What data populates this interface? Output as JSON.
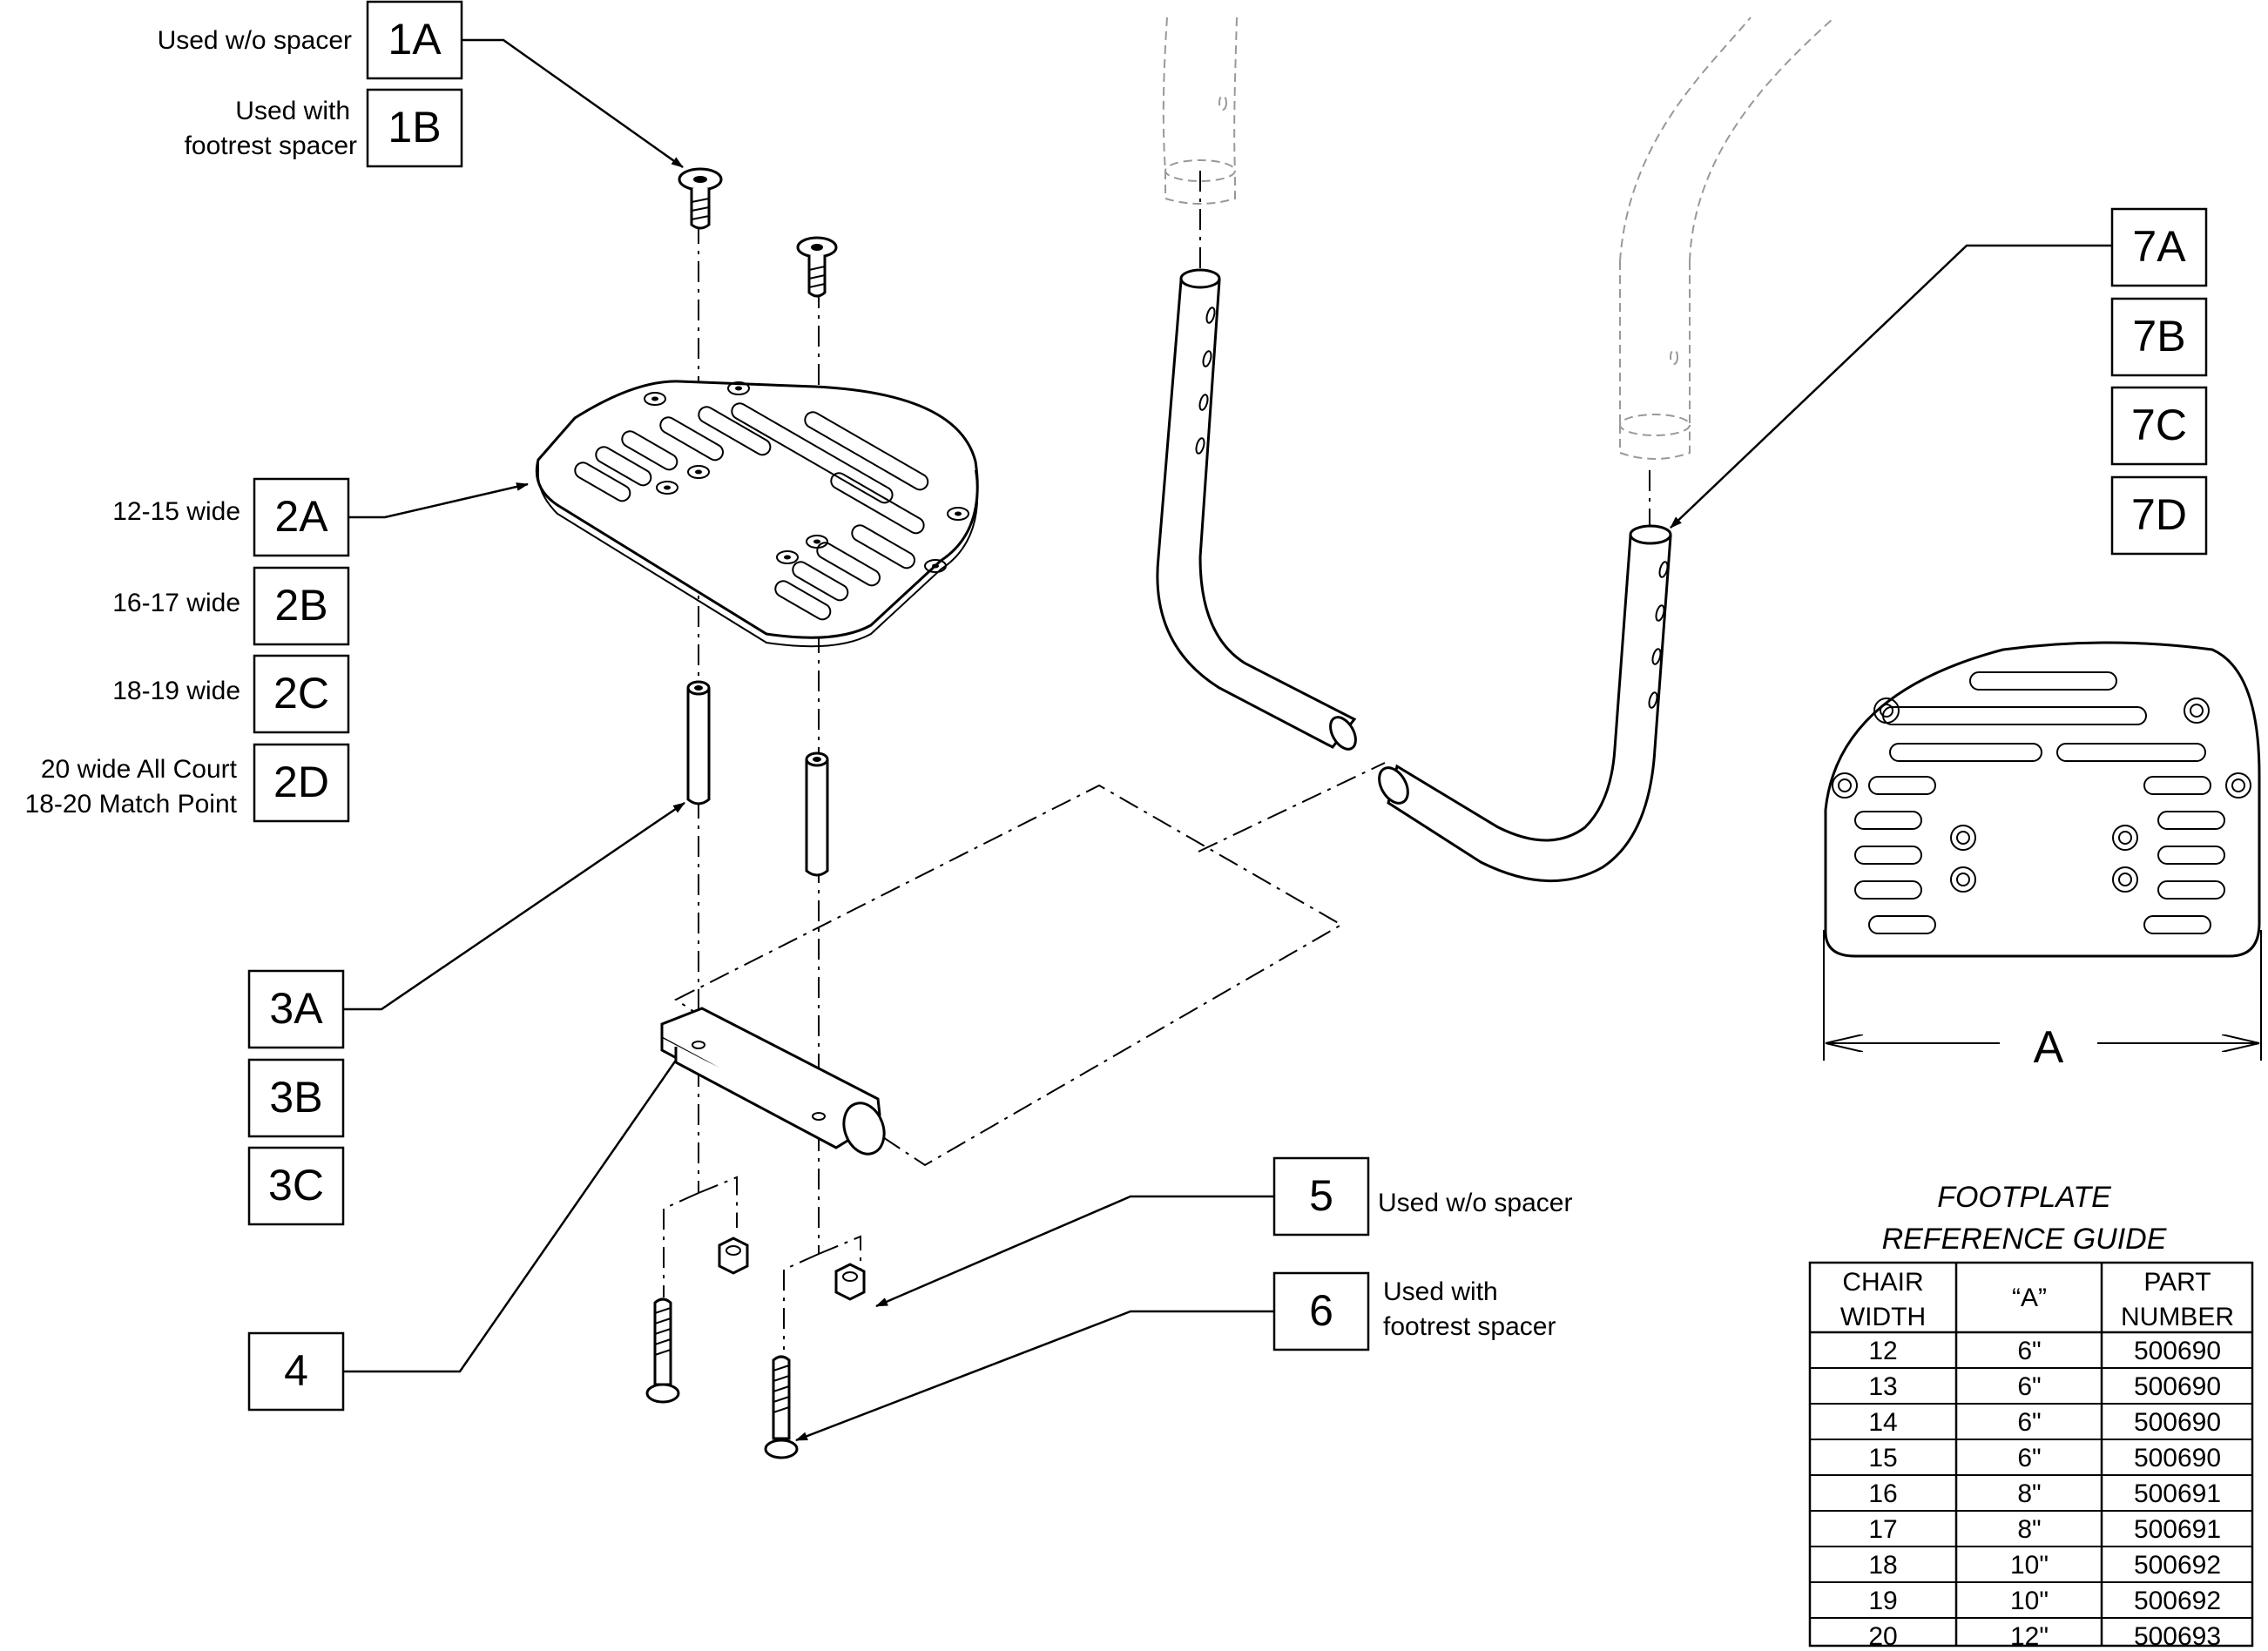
{
  "callouts": [
    {
      "id": "1A",
      "label": "1A"
    },
    {
      "id": "1B",
      "label": "1B"
    },
    {
      "id": "2A",
      "label": "2A"
    },
    {
      "id": "2B",
      "label": "2B"
    },
    {
      "id": "2C",
      "label": "2C"
    },
    {
      "id": "2D",
      "label": "2D"
    },
    {
      "id": "3A",
      "label": "3A"
    },
    {
      "id": "3B",
      "label": "3B"
    },
    {
      "id": "3C",
      "label": "3C"
    },
    {
      "id": "4",
      "label": "4"
    },
    {
      "id": "5",
      "label": "5"
    },
    {
      "id": "6",
      "label": "6"
    },
    {
      "id": "7A",
      "label": "7A"
    },
    {
      "id": "7B",
      "label": "7B"
    },
    {
      "id": "7C",
      "label": "7C"
    },
    {
      "id": "7D",
      "label": "7D"
    }
  ],
  "notes": {
    "n1a": "Used w/o spacer",
    "n1b_line1": "Used with",
    "n1b_line2": "footrest spacer",
    "n2a": "12-15 wide",
    "n2b": "16-17 wide",
    "n2c": "18-19 wide",
    "n2d_line1": "20 wide All Court",
    "n2d_line2": "18-20 Match Point",
    "n5": "Used w/o spacer",
    "n6_line1": "Used with",
    "n6_line2": "footrest spacer"
  },
  "dimension_label": "A",
  "reference_guide": {
    "title_line1": "FOOTPLATE",
    "title_line2": "REFERENCE GUIDE",
    "headers": [
      [
        "CHAIR",
        "WIDTH"
      ],
      [
        "“A”"
      ],
      [
        "PART",
        "NUMBER"
      ]
    ],
    "rows": [
      [
        "12",
        "6\"",
        "500690"
      ],
      [
        "13",
        "6\"",
        "500690"
      ],
      [
        "14",
        "6\"",
        "500690"
      ],
      [
        "15",
        "6\"",
        "500690"
      ],
      [
        "16",
        "8\"",
        "500691"
      ],
      [
        "17",
        "8\"",
        "500691"
      ],
      [
        "18",
        "10\"",
        "500692"
      ],
      [
        "19",
        "10\"",
        "500692"
      ],
      [
        "20",
        "12\"",
        "500693"
      ]
    ]
  }
}
